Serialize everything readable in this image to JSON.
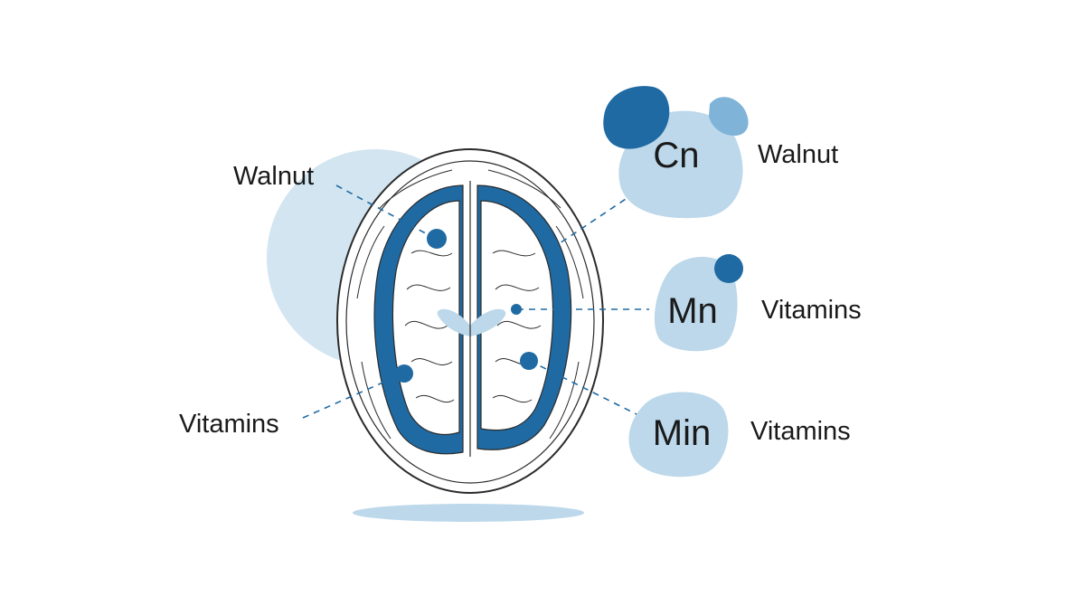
{
  "colors": {
    "background": "#ffffff",
    "dark_blue": "#1f6aa3",
    "mid_blue": "#7fb3d8",
    "light_blue": "#bcd8ea",
    "pale_blue": "#d3e5f1",
    "outline": "#2b2b2b",
    "text": "#1a1a1a"
  },
  "labels": {
    "left_top": "Walnut",
    "left_bottom": "Vitamins",
    "right_1": "Walnut",
    "right_2": "Vitamins",
    "right_3": "Vitamins"
  },
  "elements": {
    "cn": "Cn",
    "mn": "Mn",
    "min": "Min"
  }
}
